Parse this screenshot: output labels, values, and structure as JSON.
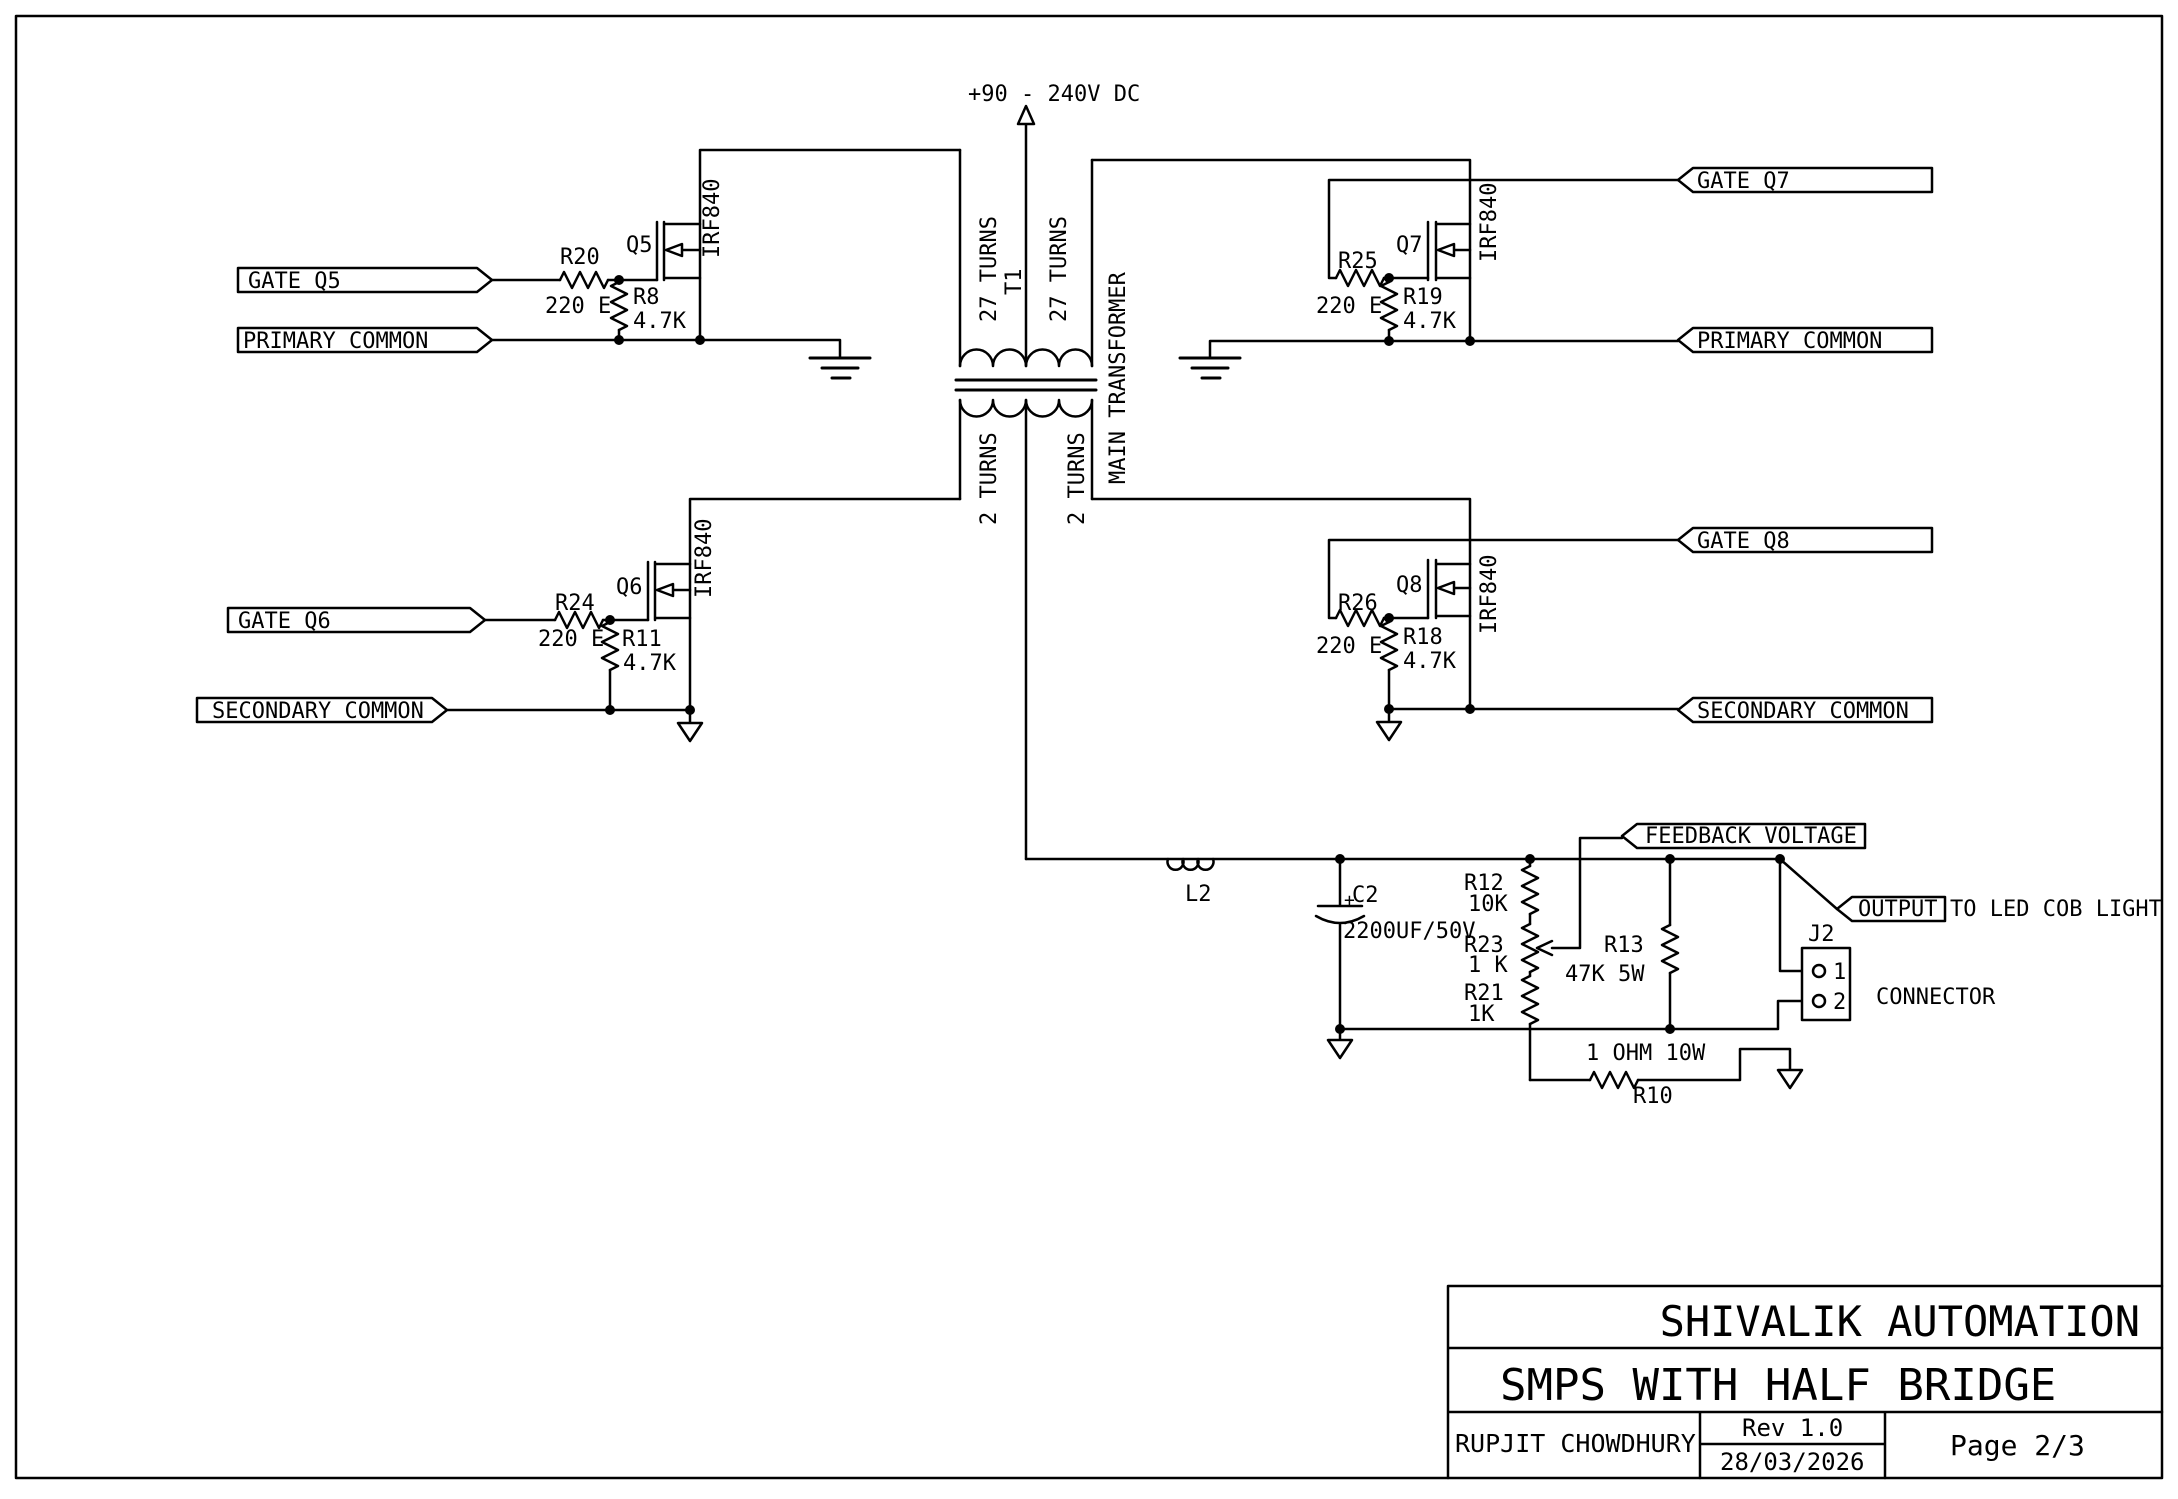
{
  "colors": {
    "ink": "#000000",
    "paper": "#ffffff"
  },
  "power_input": {
    "label": "+90 - 240V DC"
  },
  "transformer": {
    "ref": "T1",
    "name": "MAIN TRANSFORMER",
    "primary_left_turns": "27 TURNS",
    "primary_right_turns": "27 TURNS",
    "secondary_left_turns": "2 TURNS",
    "secondary_right_turns": "2 TURNS"
  },
  "net_tags": {
    "gate_q5": "GATE Q5",
    "gate_q6": "GATE Q6",
    "gate_q7": "GATE Q7",
    "gate_q8": "GATE Q8",
    "primary_common_left": "PRIMARY COMMON",
    "primary_common_right": "PRIMARY COMMON",
    "secondary_common_left": "SECONDARY COMMON",
    "secondary_common_right": "SECONDARY COMMON",
    "feedback": "FEEDBACK VOLTAGE",
    "output": "OUTPUT"
  },
  "annotations": {
    "output_note": "TO LED COB LIGHT"
  },
  "mosfets": {
    "q5": {
      "ref": "Q5",
      "part": "IRF840"
    },
    "q6": {
      "ref": "Q6",
      "part": "IRF840"
    },
    "q7": {
      "ref": "Q7",
      "part": "IRF840"
    },
    "q8": {
      "ref": "Q8",
      "part": "IRF840"
    }
  },
  "resistors": {
    "r20": {
      "ref": "R20",
      "value": "220 E"
    },
    "r8": {
      "ref": "R8",
      "value": "4.7K"
    },
    "r24": {
      "ref": "R24",
      "value": "220 E"
    },
    "r11": {
      "ref": "R11",
      "value": "4.7K"
    },
    "r25": {
      "ref": "R25",
      "value": "220 E"
    },
    "r19": {
      "ref": "R19",
      "value": "4.7K"
    },
    "r26": {
      "ref": "R26",
      "value": "220 E"
    },
    "r18": {
      "ref": "R18",
      "value": "4.7K"
    },
    "r12": {
      "ref": "R12",
      "value": "10K"
    },
    "r23": {
      "ref": "R23",
      "value": "1 K"
    },
    "r21": {
      "ref": "R21",
      "value": "1K"
    },
    "r13": {
      "ref": "R13",
      "value": "47K 5W"
    },
    "r10": {
      "ref": "R10",
      "value": "1 OHM 10W"
    }
  },
  "inductor": {
    "ref": "L2"
  },
  "capacitor": {
    "ref": "C2",
    "value": "2200UF/50V",
    "polarity": "+"
  },
  "connector": {
    "ref": "J2",
    "pin1": "1",
    "pin2": "2",
    "label": "CONNECTOR"
  },
  "title_block": {
    "company": "SHIVALIK AUTOMATION",
    "drawing_title": "SMPS WITH HALF BRIDGE",
    "author": "RUPJIT CHOWDHURY",
    "revision": "Rev 1.0",
    "date": "28/03/2026",
    "page": "Page 2/3"
  }
}
